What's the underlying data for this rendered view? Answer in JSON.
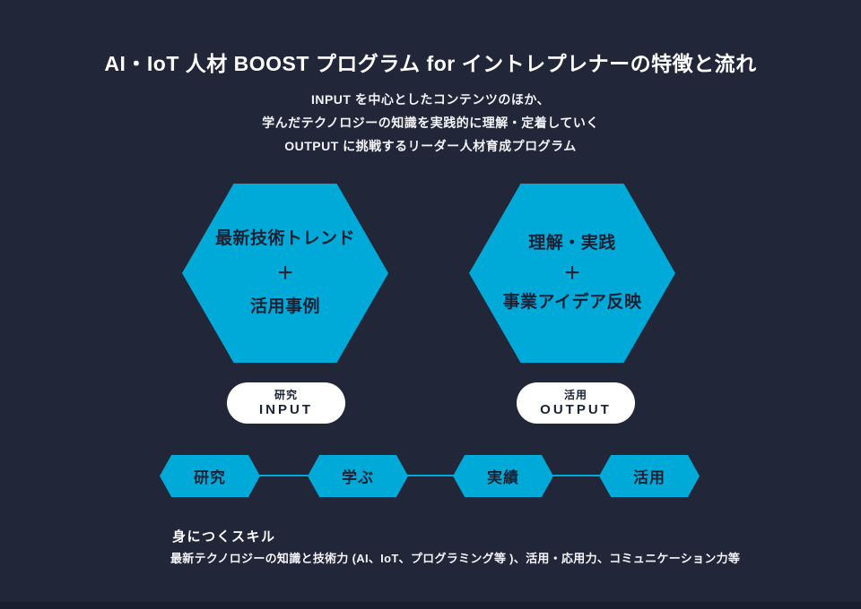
{
  "colors": {
    "background": "#212639",
    "hexagon_cyan": "#00aad8",
    "dark_text": "#1b2135",
    "white": "#ffffff",
    "footer_strip": "#1a1f30"
  },
  "header": {
    "title": "AI・IoT 人材 BOOST プログラム for イントレプレナーの特徴と流れ",
    "subtitle_lines": [
      "INPUT を中心としたコンテンツのほか、",
      "学んだテクノロジーの知識を実践的に理解・定着していく",
      "OUTPUT に挑戦するリーダー人材育成プログラム"
    ]
  },
  "hexagons": [
    {
      "line1": "最新技術トレンド",
      "plus": "+",
      "line2": "活用事例",
      "badge_jp": "研究",
      "badge_en": "INPUT"
    },
    {
      "line1": "理解・実践",
      "plus": "+",
      "line2": "事業アイデア反映",
      "badge_jp": "活用",
      "badge_en": "OUTPUT"
    }
  ],
  "flow_steps": [
    {
      "label": "研究"
    },
    {
      "label": "学ぶ"
    },
    {
      "label": "実績"
    },
    {
      "label": "活用"
    }
  ],
  "skills": {
    "heading": "身につくスキル",
    "description": "最新テクノロジーの知識と技術力 (AI、IoT、プログラミング等 )、活用・応用力、コミュニケーション力等"
  }
}
